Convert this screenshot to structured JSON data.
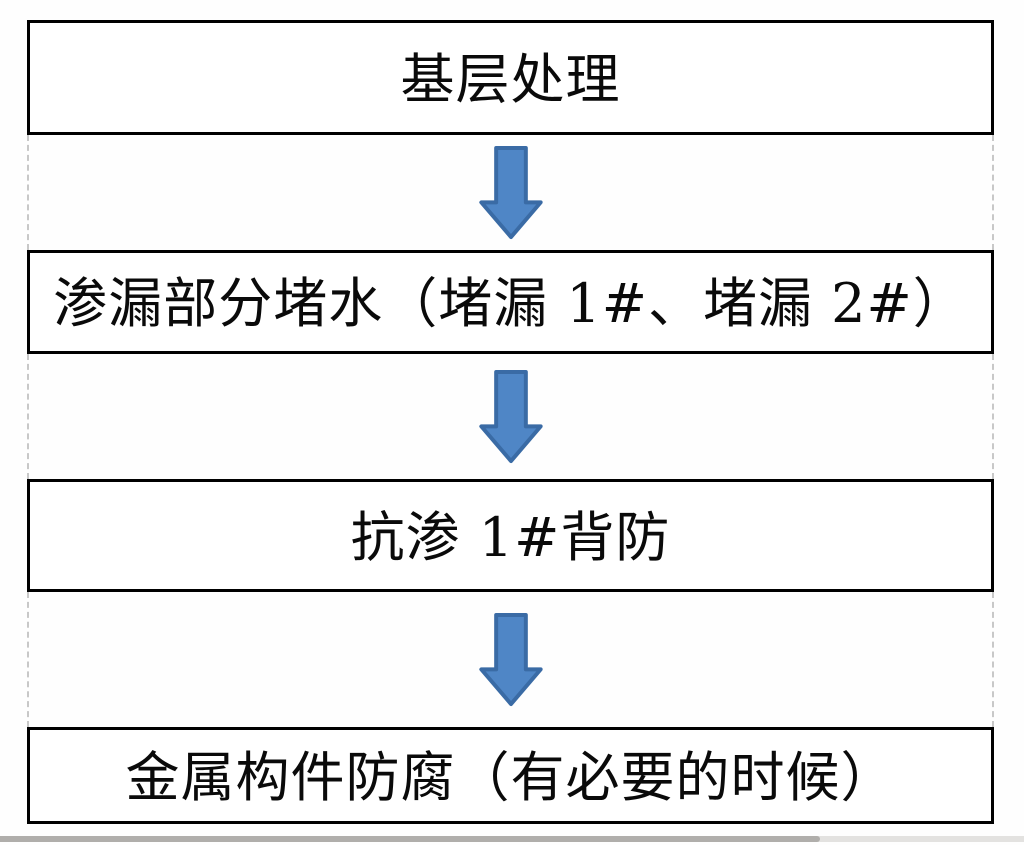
{
  "flowchart": {
    "title": "waterproofing-construction-process",
    "steps": [
      {
        "label": "基层处理"
      },
      {
        "label": "渗漏部分堵水（堵漏 1#、堵漏 2#）"
      },
      {
        "label": "抗渗 1#背防"
      },
      {
        "label": "金属构件防腐（有必要的时候）"
      }
    ],
    "connector": {
      "icon": "down-arrow-icon",
      "direction": "down",
      "count": 3
    }
  },
  "colors": {
    "arrow_fill": "#4f86c6",
    "arrow_border": "#3a6ba5",
    "box_border": "#000000",
    "gridline_dash": "#c8c8c8",
    "scrollbar_thumb": "#b0aeab",
    "scrollbar_track": "#e3e2e0"
  }
}
